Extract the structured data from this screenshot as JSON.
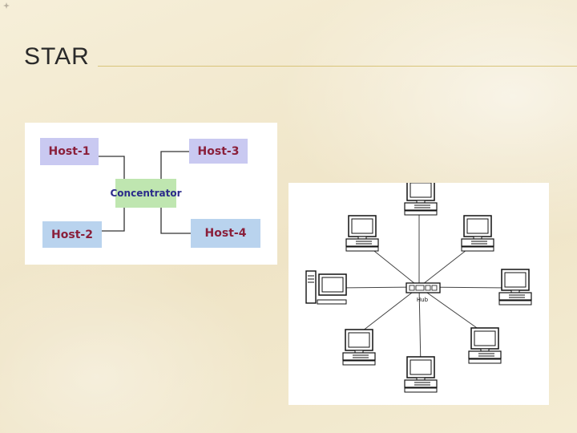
{
  "slide": {
    "title": "STAR"
  },
  "diagram_concentrator": {
    "hosts": [
      "Host-1",
      "Host-2",
      "Host-3",
      "Host-4"
    ],
    "center_label": "Concentrator"
  },
  "diagram_hub": {
    "center_label": "Hub",
    "icons": [
      "computer-icon",
      "tower-computer-icon",
      "hub-icon"
    ]
  },
  "colors": {
    "background": "#f3ead0",
    "title_rule": "#d8c47a",
    "host_box": "#c9c9f1",
    "host_box_alt": "#b9d3ee",
    "concentrator_box": "#bfe6b0",
    "host_text": "#8a1f3a",
    "concentrator_text": "#2b2b8a"
  }
}
